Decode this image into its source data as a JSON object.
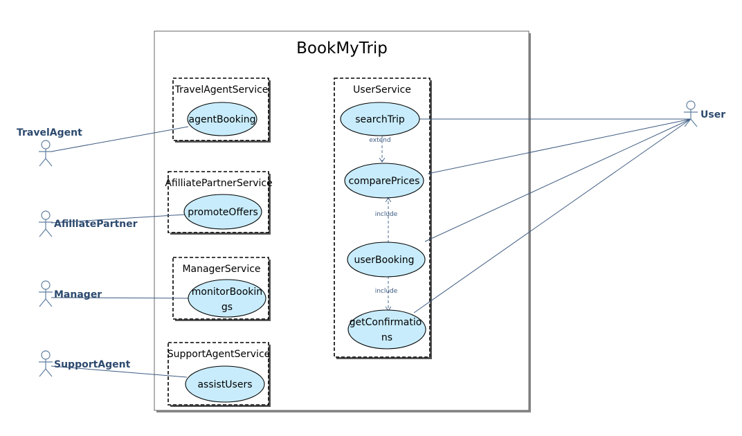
{
  "system": {
    "title": "BookMyTrip"
  },
  "packages": {
    "travel_agent_service": {
      "title": "TravelAgentService"
    },
    "affiliate_partner_service": {
      "title": "AfilliatePartnerService"
    },
    "manager_service": {
      "title": "ManagerService"
    },
    "support_agent_service": {
      "title": "SupportAgentService"
    },
    "user_service": {
      "title": "UserService"
    }
  },
  "use_cases": {
    "agent_booking": {
      "lines": [
        "agentBooking"
      ]
    },
    "promote_offers": {
      "lines": [
        "promoteOffers"
      ]
    },
    "monitor_bookings": {
      "lines": [
        "monitorBookin",
        "gs"
      ]
    },
    "assist_users": {
      "lines": [
        "assistUsers"
      ]
    },
    "search_trip": {
      "lines": [
        "searchTrip"
      ]
    },
    "compare_prices": {
      "lines": [
        "comparePrices"
      ]
    },
    "user_booking": {
      "lines": [
        "userBooking"
      ]
    },
    "get_confirmations": {
      "lines": [
        "getConfirmatio",
        "ns"
      ]
    }
  },
  "actors": {
    "travel_agent": {
      "name": "TravelAgent"
    },
    "affiliate_partner": {
      "name": "AfilliatePartner"
    },
    "manager": {
      "name": "Manager"
    },
    "support_agent": {
      "name": "SupportAgent"
    },
    "user": {
      "name": "User"
    }
  },
  "relationships": {
    "extend": {
      "label": "extend"
    },
    "include_prices": {
      "label": "include"
    },
    "include_confirmations": {
      "label": "include"
    }
  },
  "colors": {
    "use_case_fill": "#c8ecfb",
    "actor_label": "#2d4a6e",
    "association_line": "#3d5a80"
  }
}
